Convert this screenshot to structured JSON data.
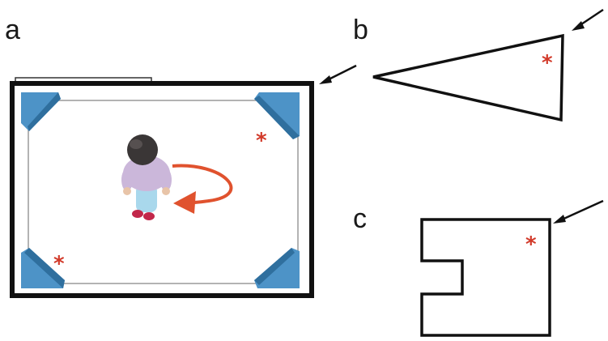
{
  "panels": {
    "a": {
      "label": "a",
      "marker": "*",
      "colors": {
        "wall": "#111111",
        "inner_outline": "#9a9a9a",
        "corner_block": "#4d93c7",
        "corner_block_shadow": "#2f6f9e",
        "rotation_arrow": "#e0522e",
        "marker": "#d23a2a"
      },
      "icons": [
        "door-icon",
        "corner-block-icon",
        "child-figure-icon",
        "rotation-arrow-icon",
        "pointer-arrow-icon"
      ]
    },
    "b": {
      "label": "b",
      "marker": "*",
      "shape": "triangle",
      "icons": [
        "pointer-arrow-icon"
      ]
    },
    "c": {
      "label": "c",
      "marker": "*",
      "shape": "notched-rectangle",
      "icons": [
        "pointer-arrow-icon"
      ]
    }
  }
}
